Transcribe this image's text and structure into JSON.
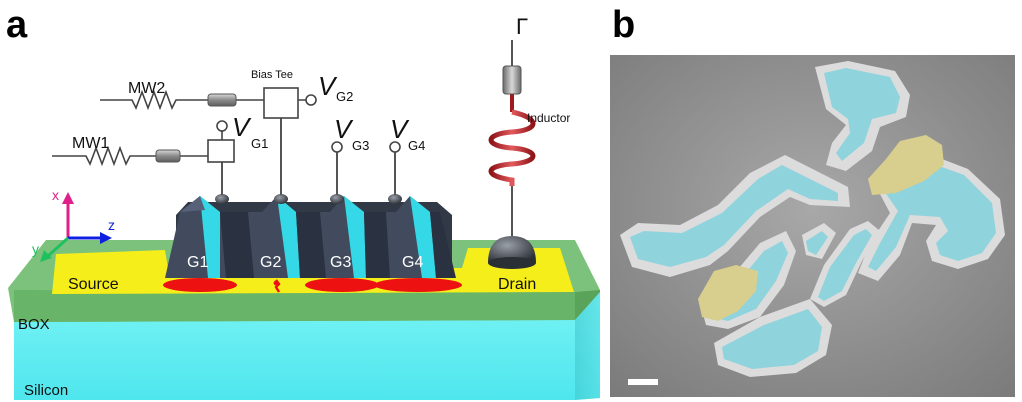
{
  "panels": {
    "a": {
      "letter": "a"
    },
    "b": {
      "letter": "b"
    }
  },
  "schematic": {
    "microwave_sources": [
      "MW1",
      "MW2"
    ],
    "bias_tee_label": "Bias Tee",
    "voltage_symbol": "V",
    "voltage_subscripts": [
      "G1",
      "G2",
      "G3",
      "G4"
    ],
    "gates": [
      "G1",
      "G2",
      "G3",
      "G4"
    ],
    "source_label": "Source",
    "drain_label": "Drain",
    "box_label": "BOX",
    "silicon_label": "Silicon",
    "inductor_label": "Inductor",
    "reflection_symbol": "Γ",
    "axes": {
      "x": "x",
      "y": "y",
      "z": "z"
    }
  },
  "colors": {
    "silicon": "#5ef0f0",
    "box": "#7cc27c",
    "source_drain": "#f5ee1a",
    "gate_dark": "#3c4556",
    "gate_cyan": "#35d8e6",
    "dot_red": "#ee1111",
    "inductor_red": "#c0262a",
    "axis_x": "#e0208a",
    "axis_y": "#20c060",
    "axis_z": "#1020e0",
    "sem_gray": "#8e8e8e",
    "sem_gate": "#8fd3dc",
    "sem_yellow": "#d8cf8e"
  }
}
